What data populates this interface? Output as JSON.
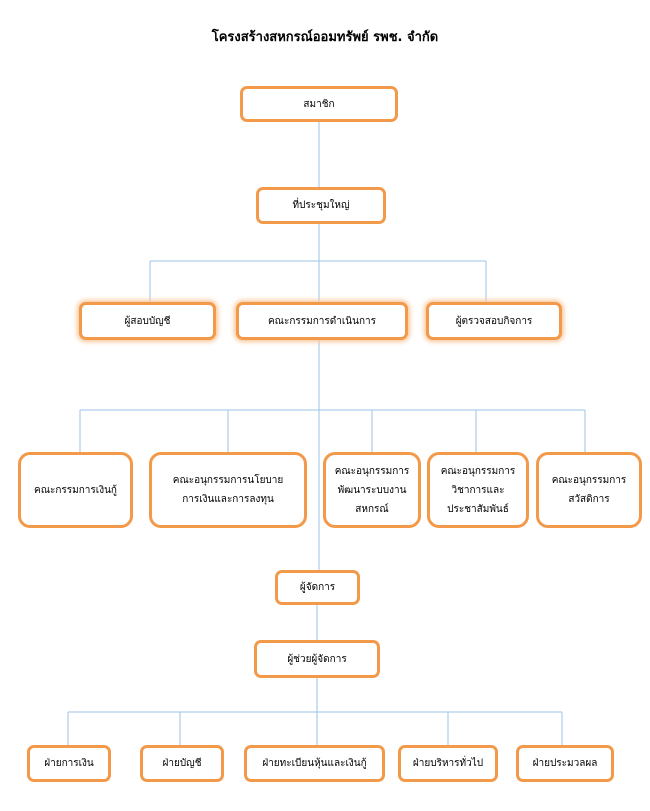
{
  "title": "โครงสร้างสหกรณ์ออมทรัพย์ รพช. จำกัด",
  "nodes": {
    "members": "สมาชิก",
    "general_meeting": "ที่ประชุมใหญ่",
    "auditor": "ผู้สอบบัญชี",
    "board": "คณะกรรมการดำเนินการ",
    "inspector": "ผู้ตรวจสอบกิจการ",
    "loan_committee": "คณะกรรมการเงินกู้",
    "policy_committee": [
      "คณะอนุกรรมการนโยบาย",
      "การเงินและการลงทุน"
    ],
    "system_committee": [
      "คณะอนุกรรมการ",
      "พัฒนาระบบงาน",
      "สหกรณ์"
    ],
    "academic_committee": [
      "คณะอนุกรรมการ",
      "วิชาการและ",
      "ประชาสัมพันธ์"
    ],
    "welfare_committee": [
      "คณะอนุกรรมการ",
      "สวัสดิการ"
    ],
    "manager": "ผู้จัดการ",
    "assistant_manager": "ผู้ช่วยผู้จัดการ",
    "finance_dept": "ฝ่ายการเงิน",
    "accounting_dept": "ฝ่ายบัญชี",
    "registry_dept": "ฝ่ายทะเบียนหุ้นและเงินกู้",
    "admin_dept": "ฝ่ายบริหารทั่วไป",
    "data_dept": "ฝ่ายประมวลผล"
  },
  "colors": {
    "box_border": "#f2994a",
    "connector": "#9dc3e6"
  }
}
